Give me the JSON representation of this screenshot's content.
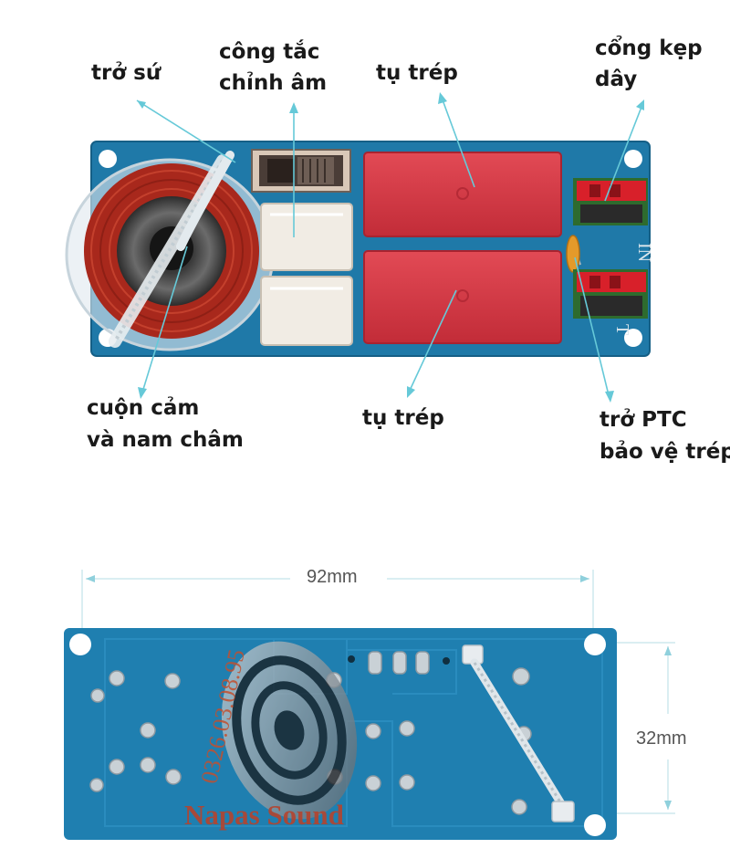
{
  "labels": {
    "tro_su": "trở sứ",
    "cong_tac_line1": "công tắc",
    "cong_tac_line2": "chỉnh âm",
    "tu_trep_top": "tụ trép",
    "cong_kep_line1": "cổng kẹp",
    "cong_kep_line2": "dây",
    "cuon_cam_line1": "cuộn cảm",
    "cuon_cam_line2": "và nam châm",
    "tu_trep_bottom": "tụ trép",
    "tro_ptc_line1": "trở PTC",
    "tro_ptc_line2": "bảo vệ trép"
  },
  "dimensions": {
    "width": "92mm",
    "height": "32mm"
  },
  "board_markings": {
    "input": "IN",
    "tweeter": "T"
  },
  "watermark": {
    "brand": "Napas Sound",
    "phone": "0326.03.08.95"
  },
  "colors": {
    "pcb": "#1f79a8",
    "capacitor": "#d93a45",
    "coil": "#a8281c",
    "leader_line": "#66c9d8",
    "watermark_text": "#b5442e"
  }
}
